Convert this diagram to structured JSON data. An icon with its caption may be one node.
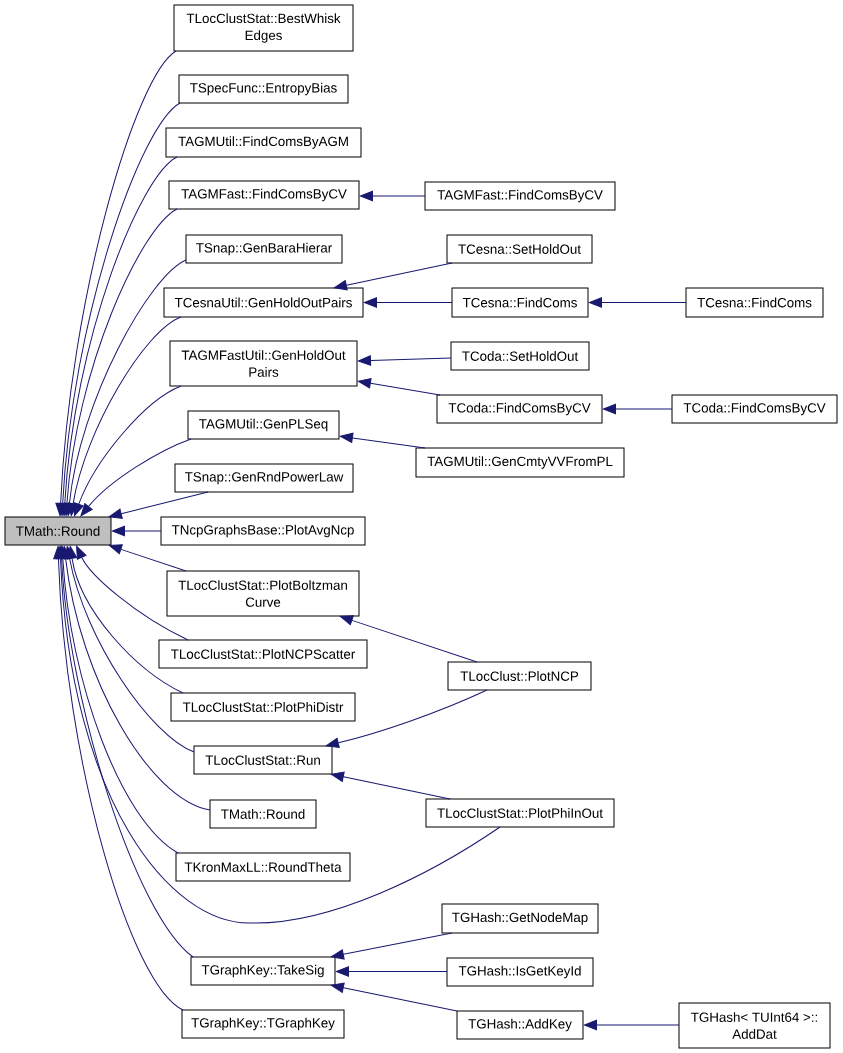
{
  "diagram": {
    "nodes": [
      {
        "text": [
          "TMath::Round"
        ]
      },
      {
        "text": [
          "TLocClustStat::BestWhisk Edges"
        ]
      },
      {
        "text": [
          "TSpecFunc::EntropyBias"
        ]
      },
      {
        "text": [
          "TAGMUtil::FindComsByAGM"
        ]
      },
      {
        "text": [
          "TAGMFast::FindComsByCV"
        ]
      },
      {
        "text": [
          "TSnap::GenBaraHierar"
        ]
      },
      {
        "text": [
          "TCesnaUtil::GenHoldOutPairs"
        ]
      },
      {
        "text": [
          "TAGMFastUtil::GenHoldOut Pairs"
        ]
      },
      {
        "text": [
          "TAGMUtil::GenPLSeq"
        ]
      },
      {
        "text": [
          "TSnap::GenRndPowerLaw"
        ]
      },
      {
        "text": [
          "TNcpGraphsBase::PlotAvgNcp"
        ]
      },
      {
        "text": [
          "TLocClustStat::PlotBoltzman Curve"
        ]
      },
      {
        "text": [
          "TLocClustStat::PlotNCPScatter"
        ]
      },
      {
        "text": [
          "TLocClustStat::PlotPhiDistr"
        ]
      },
      {
        "text": [
          "TLocClustStat::Run"
        ]
      },
      {
        "text": [
          "TMath::Round"
        ]
      },
      {
        "text": [
          "TKronMaxLL::RoundTheta"
        ]
      },
      {
        "text": [
          "TGraphKey::TakeSig"
        ]
      },
      {
        "text": [
          "TGraphKey::TGraphKey"
        ]
      },
      {
        "text": [
          "TAGMFast::FindComsByCV"
        ]
      },
      {
        "text": [
          "TCesna::SetHoldOut"
        ]
      },
      {
        "text": [
          "TCesna::FindComs"
        ]
      },
      {
        "text": [
          "TCoda::SetHoldOut"
        ]
      },
      {
        "text": [
          "TCoda::FindComsByCV"
        ]
      },
      {
        "text": [
          "TAGMUtil::GenCmtyVVFromPL"
        ]
      },
      {
        "text": [
          "TLocClust::PlotNCP"
        ]
      },
      {
        "text": [
          "TLocClustStat::PlotPhiInOut"
        ]
      },
      {
        "text": [
          "TGHash::GetNodeMap"
        ]
      },
      {
        "text": [
          "TGHash::IsGetKeyId"
        ]
      },
      {
        "text": [
          "TGHash::AddKey"
        ]
      },
      {
        "text": [
          "TCesna::FindComs"
        ]
      },
      {
        "text": [
          "TCoda::FindComsByCV"
        ]
      },
      {
        "text": [
          "TGHash< TUInt64 >:: AddDat"
        ]
      }
    ],
    "edges": [
      {
        "from": 1,
        "to": 0,
        "arrow": "to"
      },
      {
        "from": 2,
        "to": 0,
        "arrow": "to"
      },
      {
        "from": 3,
        "to": 0,
        "arrow": "to"
      },
      {
        "from": 4,
        "to": 0,
        "arrow": "to"
      },
      {
        "from": 5,
        "to": 0,
        "arrow": "to"
      },
      {
        "from": 6,
        "to": 0,
        "arrow": "to"
      },
      {
        "from": 7,
        "to": 0,
        "arrow": "to"
      },
      {
        "from": 8,
        "to": 0,
        "arrow": "to"
      },
      {
        "from": 9,
        "to": 0,
        "arrow": "to"
      },
      {
        "from": 10,
        "to": 0,
        "arrow": "to"
      },
      {
        "from": 11,
        "to": 0,
        "arrow": "to"
      },
      {
        "from": 12,
        "to": 0,
        "arrow": "to"
      },
      {
        "from": 13,
        "to": 0,
        "arrow": "to"
      },
      {
        "from": 14,
        "to": 0,
        "arrow": "to"
      },
      {
        "from": 15,
        "to": 0,
        "arrow": "to"
      },
      {
        "from": 16,
        "to": 0,
        "arrow": "to"
      },
      {
        "from": 26,
        "to": 0,
        "arrow": "to"
      },
      {
        "from": 17,
        "to": 0,
        "arrow": "to"
      },
      {
        "from": 18,
        "to": 0,
        "arrow": "to"
      },
      {
        "from": 19,
        "to": 4,
        "arrow": "to"
      },
      {
        "from": 20,
        "to": 6,
        "arrow": "to"
      },
      {
        "from": 21,
        "to": 6,
        "arrow": "to"
      },
      {
        "from": 30,
        "to": 21,
        "arrow": "to"
      },
      {
        "from": 22,
        "to": 7,
        "arrow": "to"
      },
      {
        "from": 23,
        "to": 7,
        "arrow": "to"
      },
      {
        "from": 31,
        "to": 23,
        "arrow": "to"
      },
      {
        "from": 24,
        "to": 8,
        "arrow": "to"
      },
      {
        "from": 25,
        "to": 11,
        "arrow": "to"
      },
      {
        "from": 25,
        "to": 14,
        "arrow": "to"
      },
      {
        "from": 26,
        "to": 14,
        "arrow": "to"
      },
      {
        "from": 27,
        "to": 17,
        "arrow": "to"
      },
      {
        "from": 28,
        "to": 17,
        "arrow": "to"
      },
      {
        "from": 29,
        "to": 17,
        "arrow": "to"
      },
      {
        "from": 32,
        "to": 29,
        "arrow": "to"
      }
    ]
  }
}
